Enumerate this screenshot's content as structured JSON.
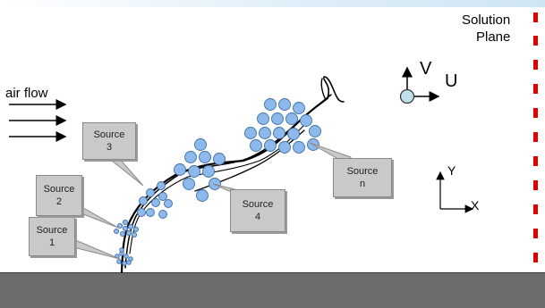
{
  "solution_plane": {
    "line1": "Solution",
    "line2": "Plane"
  },
  "air_flow": "air flow",
  "velocity": {
    "v": "V",
    "u": "U"
  },
  "axes": {
    "y": "Y",
    "x": "X"
  },
  "sources": [
    {
      "id": "1",
      "line1": "Source",
      "line2": "1"
    },
    {
      "id": "2",
      "line1": "Source",
      "line2": "2"
    },
    {
      "id": "3",
      "line1": "Source",
      "line2": "3"
    },
    {
      "id": "4",
      "line1": "Source",
      "line2": "4"
    },
    {
      "id": "n",
      "line1": "Source",
      "line2": "n"
    }
  ],
  "colors": {
    "droplet_fill": "#8db9ec",
    "droplet_stroke": "#3f6fa8",
    "ground": "#6c6c6c",
    "callout": "#c9c9c9",
    "plane_dash": "#e00000"
  }
}
